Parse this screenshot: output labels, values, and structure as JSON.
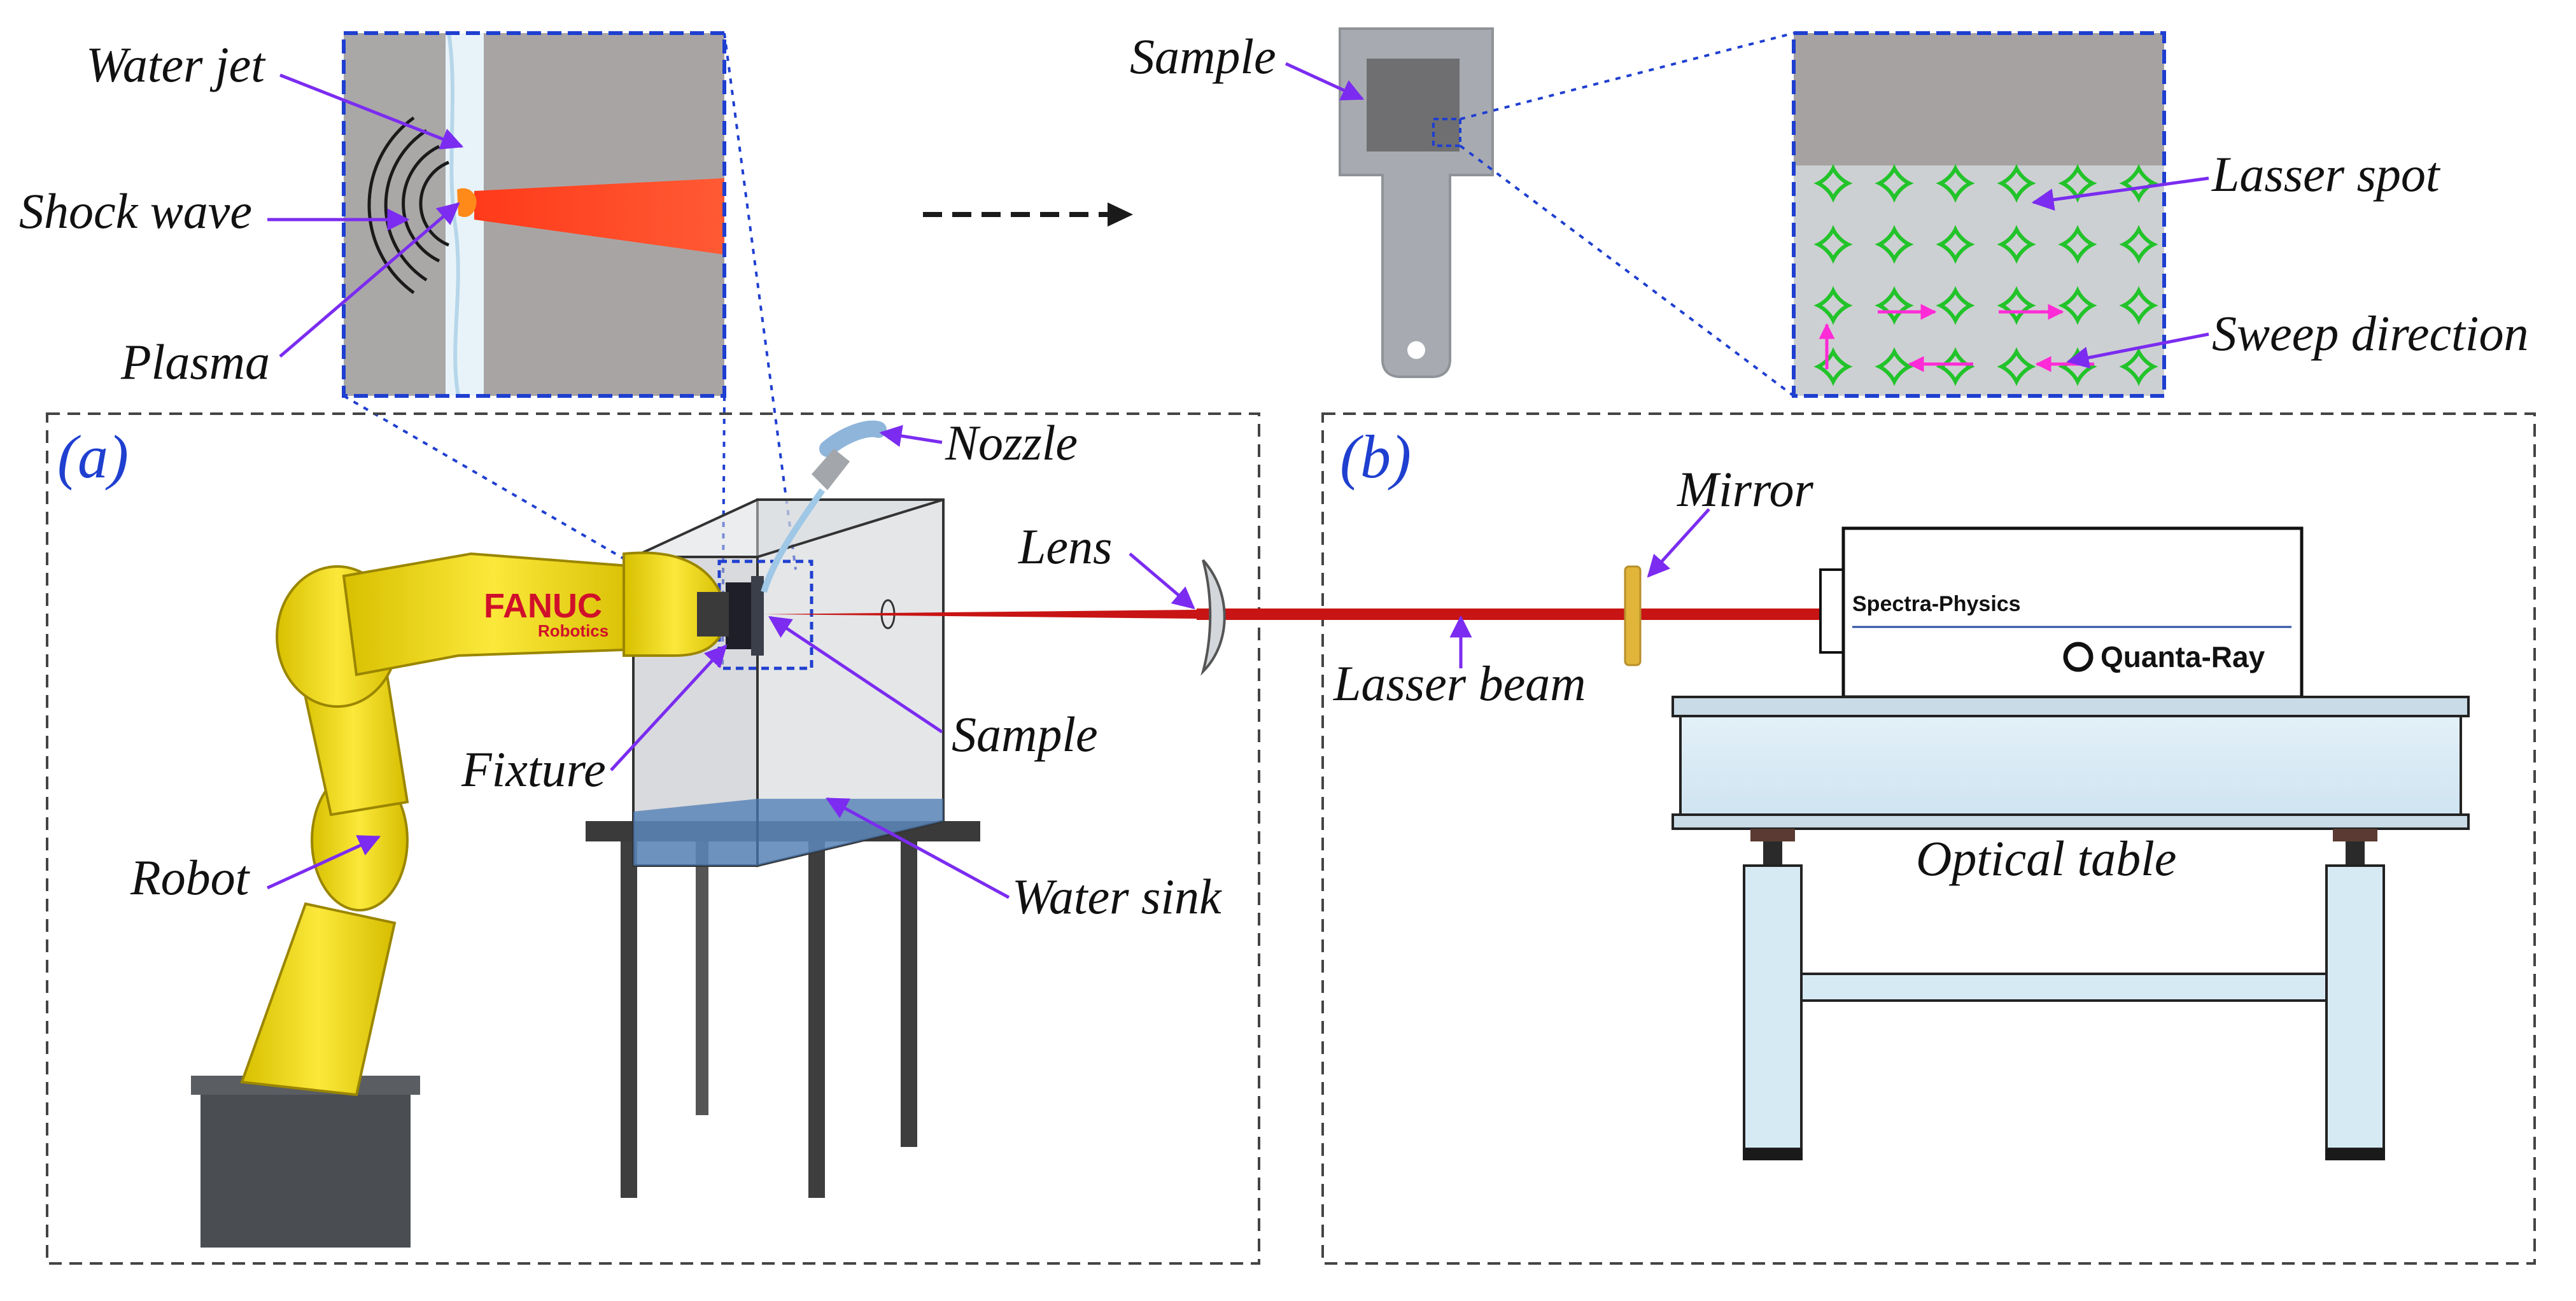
{
  "panels": {
    "a": "(a)",
    "b": "(b)"
  },
  "labels": {
    "water_jet": "Water jet",
    "shock_wave": "Shock wave",
    "plasma": "Plasma",
    "sample_top": "Sample",
    "lasser_spot": "Lasser spot",
    "sweep_direction": "Sweep direction",
    "nozzle": "Nozzle",
    "lens": "Lens",
    "mirror": "Mirror",
    "fixture": "Fixture",
    "sample": "Sample",
    "robot": "Robot",
    "water_sink": "Water sink",
    "lasser_beam": "Lasser beam",
    "optical_table": "Optical table"
  },
  "branding": {
    "robot_brand": "FANUC",
    "robot_sub": "Robotics",
    "laser_maker": "Spectra-Physics",
    "laser_model": "Quanta-Ray"
  },
  "colors": {
    "pointer": "#7b2cf0",
    "beam": "#c81414",
    "robot": "#f2dc1e",
    "inset_border": "#1f3fd0",
    "spot": "#22c32a",
    "sweep_arrow": "#ff2bd6",
    "panel_label": "#1f3fd0"
  }
}
